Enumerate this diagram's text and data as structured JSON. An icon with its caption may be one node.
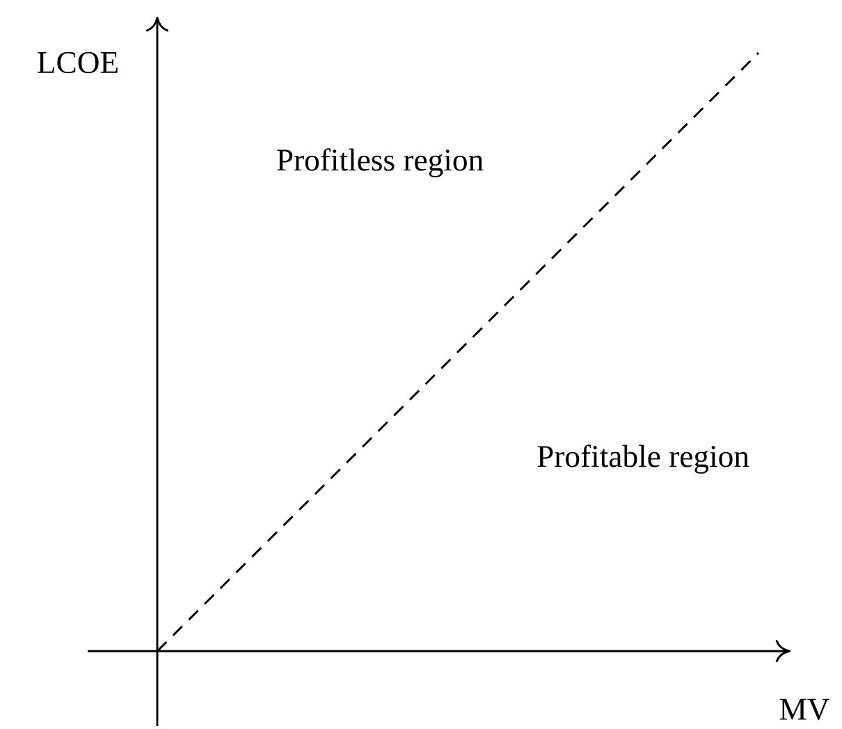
{
  "diagram": {
    "labels": [
      "LCOE",
      "Profitless region",
      "Profitable region",
      "MV"
    ]
  }
}
